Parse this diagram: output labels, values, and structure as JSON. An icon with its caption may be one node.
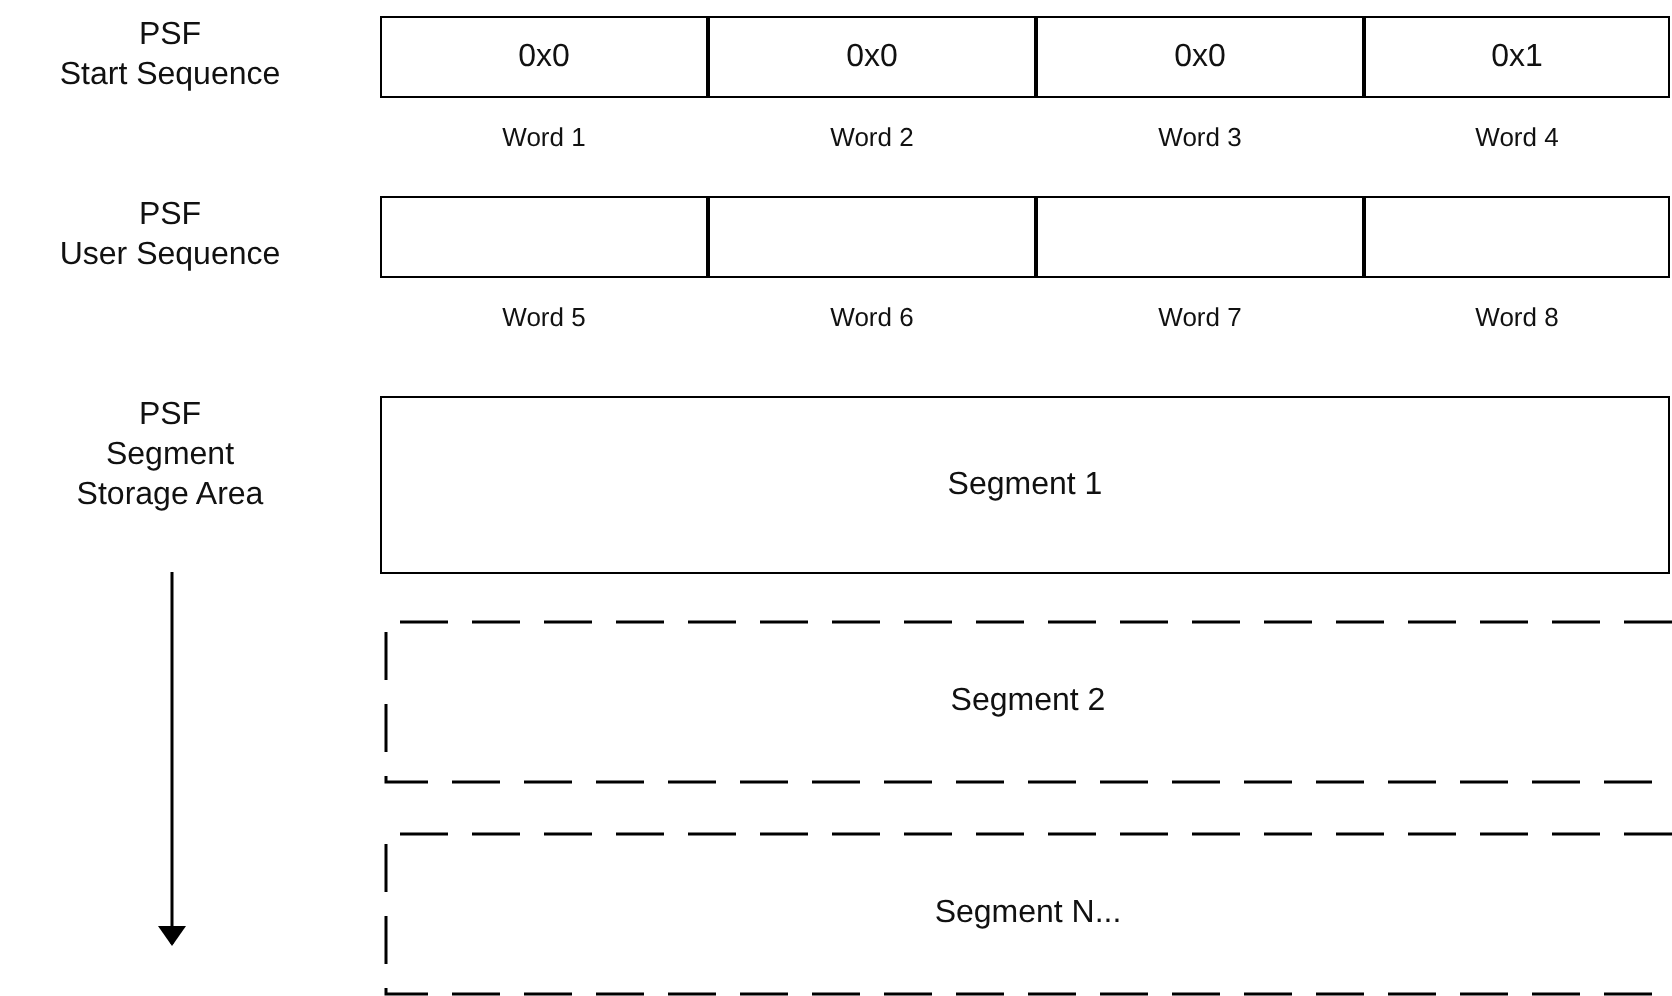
{
  "diagram": {
    "nodes": [
      {
        "text": [
          "0x0"
        ],
        "beside": [
          "Word 1"
        ]
      },
      {
        "text": [
          "0x0"
        ],
        "beside": [
          "Word 2"
        ]
      },
      {
        "text": [
          "0x0"
        ],
        "beside": [
          "Word 3"
        ]
      },
      {
        "text": [
          "0x1"
        ],
        "beside": [
          "Word 4"
        ]
      },
      {
        "text": [],
        "shape": "box",
        "beside": [
          "Word 5"
        ]
      },
      {
        "text": [],
        "shape": "box",
        "beside": [
          "Word 6"
        ]
      },
      {
        "text": [],
        "shape": "box",
        "beside": [
          "Word 7"
        ]
      },
      {
        "text": [],
        "shape": "box",
        "beside": [
          "Word 8"
        ]
      },
      {
        "text": [
          "Segment 1"
        ]
      },
      {
        "text": [
          "Segment 2"
        ]
      },
      {
        "text": [
          "Segment N..."
        ]
      }
    ],
    "labels": [
      "PSF",
      "Start Sequence",
      "PSF",
      "User Sequence",
      "PSF",
      "Segment Storage Area"
    ]
  }
}
